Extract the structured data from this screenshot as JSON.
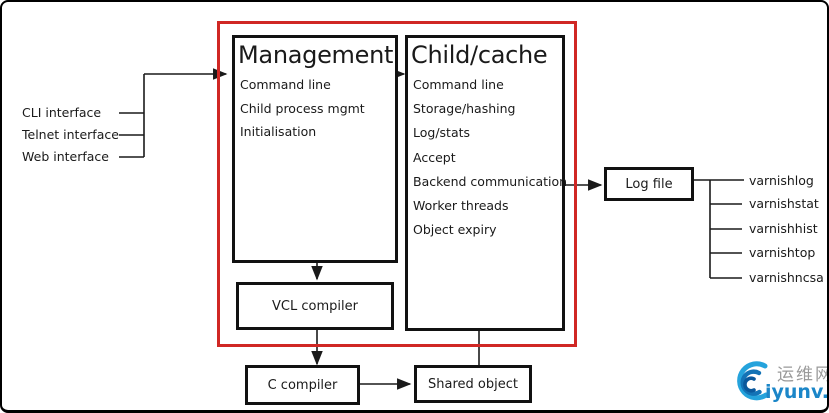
{
  "diagram": {
    "interfaces": [
      "CLI interface",
      "Telnet interface",
      "Web interface"
    ],
    "management": {
      "title": "Management",
      "items": [
        "Command line",
        "Child process mgmt",
        "Initialisation"
      ]
    },
    "child_cache": {
      "title": "Child/cache",
      "items": [
        "Command line",
        "Storage/hashing",
        "Log/stats",
        "Accept",
        "Backend communication",
        "Worker threads",
        "Object expiry"
      ]
    },
    "vcl_compiler": "VCL compiler",
    "c_compiler": "C compiler",
    "shared_object": "Shared object",
    "log_file": "Log file",
    "log_tools": [
      "varnishlog",
      "varnishstat",
      "varnishhist",
      "varnishtop",
      "varnishncsa"
    ],
    "colors": {
      "highlight_box": "#d02724",
      "line": "#1a1a1a"
    }
  },
  "watermark": {
    "logo_icon": "wave-swirl-icon",
    "site_name": "运维网",
    "site_url": "iyunv.com",
    "colors": {
      "brand_blue": "#1b86c8",
      "name_gray": "#9a9a9a"
    }
  }
}
